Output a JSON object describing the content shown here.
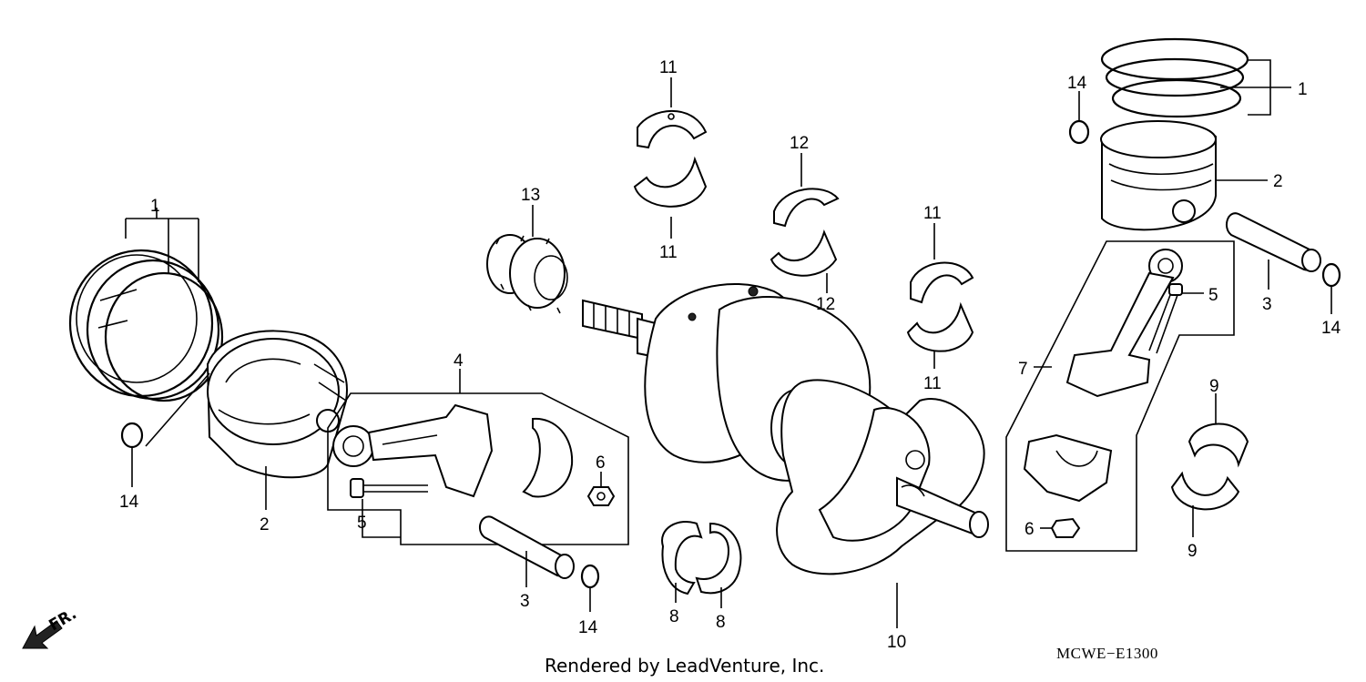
{
  "diagram": {
    "callouts": {
      "c1_left": "1",
      "c1_right": "1",
      "c2_left": "2",
      "c2_right": "2",
      "c3_left": "3",
      "c3_right": "3",
      "c4": "4",
      "c5_left": "5",
      "c5_right": "5",
      "c6_left": "6",
      "c6_right": "6",
      "c7": "7",
      "c8_a": "8",
      "c8_b": "8",
      "c9_top": "9",
      "c9_bottom": "9",
      "c10": "10",
      "c11_a": "11",
      "c11_b": "11",
      "c11_c": "11",
      "c11_d": "11",
      "c12_top": "12",
      "c12_bottom": "12",
      "c13": "13",
      "c14_left": "14",
      "c14_mid": "14",
      "c14_topright": "14",
      "c14_right": "14"
    },
    "caption": "Rendered by LeadVenture, Inc.",
    "code": "MCWE−E1300",
    "front_label": "FR."
  }
}
